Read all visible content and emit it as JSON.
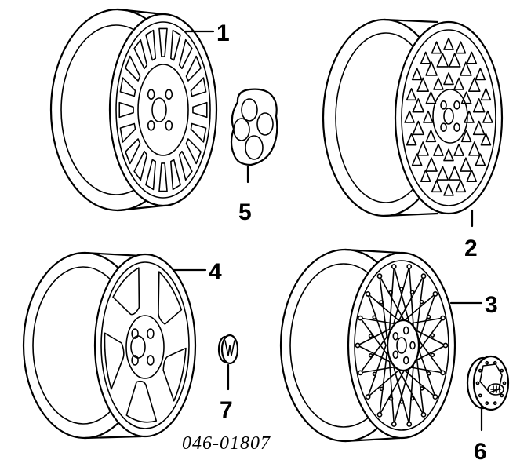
{
  "diagram": {
    "callouts": [
      {
        "id": "1",
        "label": "1"
      },
      {
        "id": "2",
        "label": "2"
      },
      {
        "id": "3",
        "label": "3"
      },
      {
        "id": "4",
        "label": "4"
      },
      {
        "id": "5",
        "label": "5"
      },
      {
        "id": "6",
        "label": "6"
      },
      {
        "id": "7",
        "label": "7"
      }
    ],
    "drawing_code": "046-01807"
  },
  "colors": {
    "line": "#000000",
    "background": "#ffffff"
  }
}
